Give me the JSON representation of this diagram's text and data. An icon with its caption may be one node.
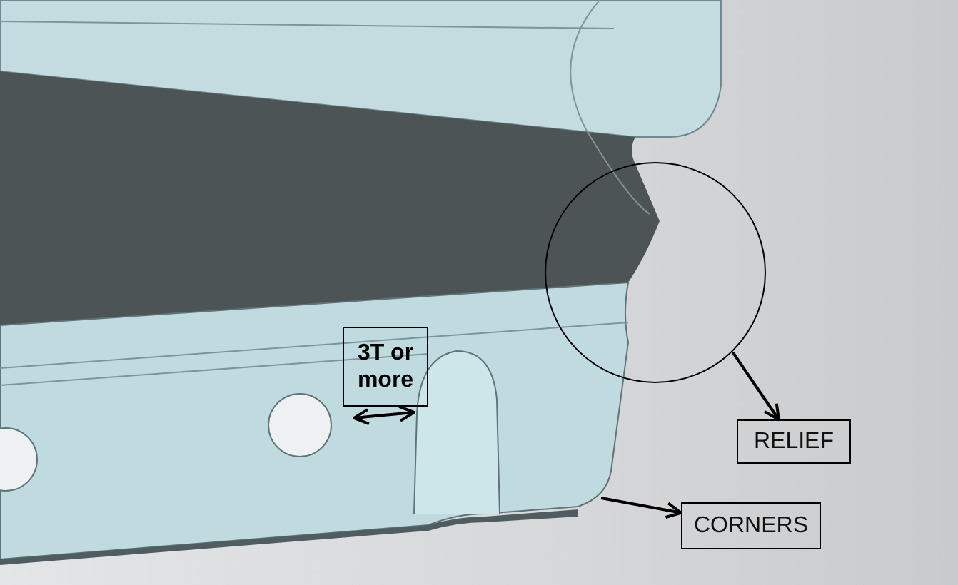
{
  "diagram": {
    "nodes": [
      {
        "text": [
          "3T or more"
        ]
      },
      {
        "text": [],
        "shape": "circle"
      },
      {
        "text": [
          "RELIEF"
        ]
      },
      {
        "text": [
          "CORNERS"
        ]
      }
    ],
    "edges": [
      {
        "from": 1,
        "to": 2,
        "arrow": "to"
      },
      {
        "from": null,
        "to": 3,
        "arrow": "to"
      }
    ]
  }
}
